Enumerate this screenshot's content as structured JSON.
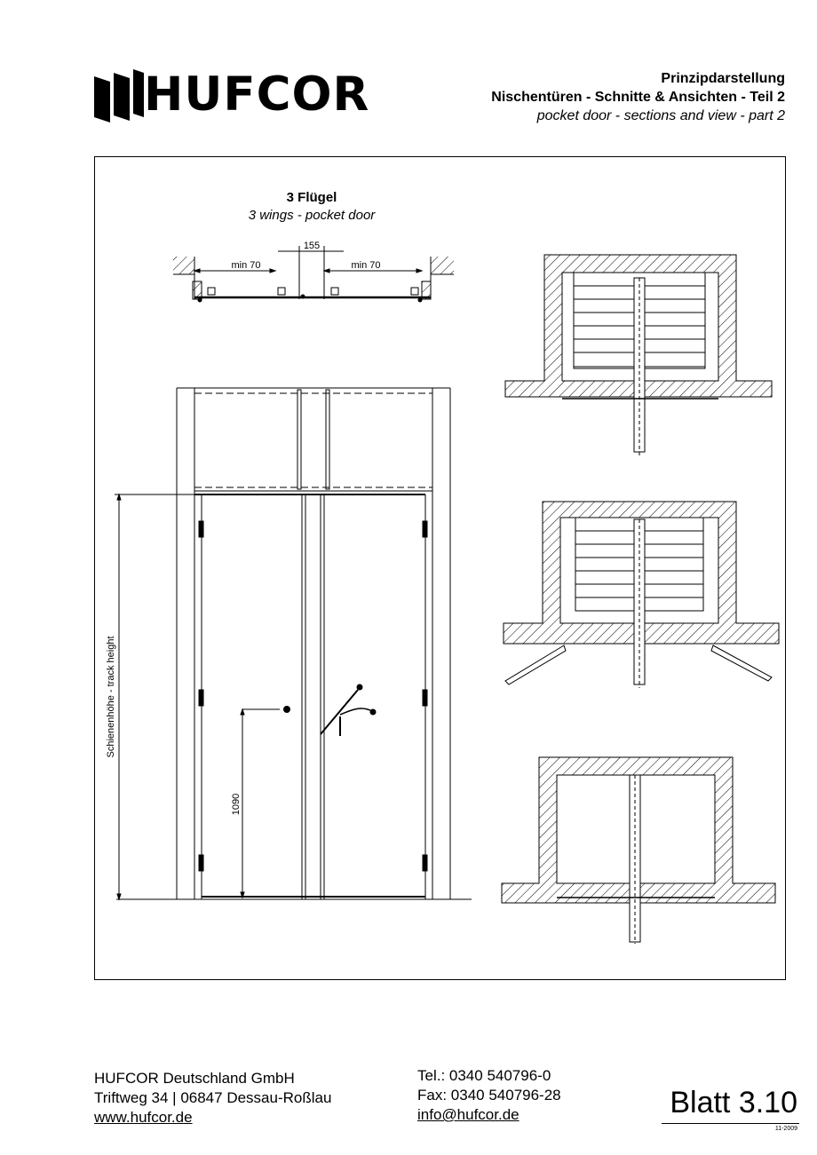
{
  "brand": {
    "name": "HUFCOR"
  },
  "header": {
    "title_de": "Prinzipdarstellung",
    "subtitle_de": "Nischentüren - Schnitte & Ansichten - Teil 2",
    "subtitle_en": "pocket door - sections and view - part 2"
  },
  "drawing": {
    "title_de": "3 Flügel",
    "title_en": "3 wings - pocket door",
    "dim_center": "155",
    "dim_left": "min 70",
    "dim_right": "min 70",
    "dim_height_label": "Schienenhöhe - track height",
    "dim_handle": "1090"
  },
  "footer": {
    "company": "HUFCOR Deutschland GmbH",
    "address": "Triftweg 34 | 06847 Dessau-Roßlau",
    "website": "www.hufcor.de",
    "tel": "Tel.:  0340 540796-0",
    "fax": "Fax:  0340 540796-28",
    "email": "info@hufcor.de",
    "sheet": "Blatt 3.10",
    "date": "11-2009"
  }
}
